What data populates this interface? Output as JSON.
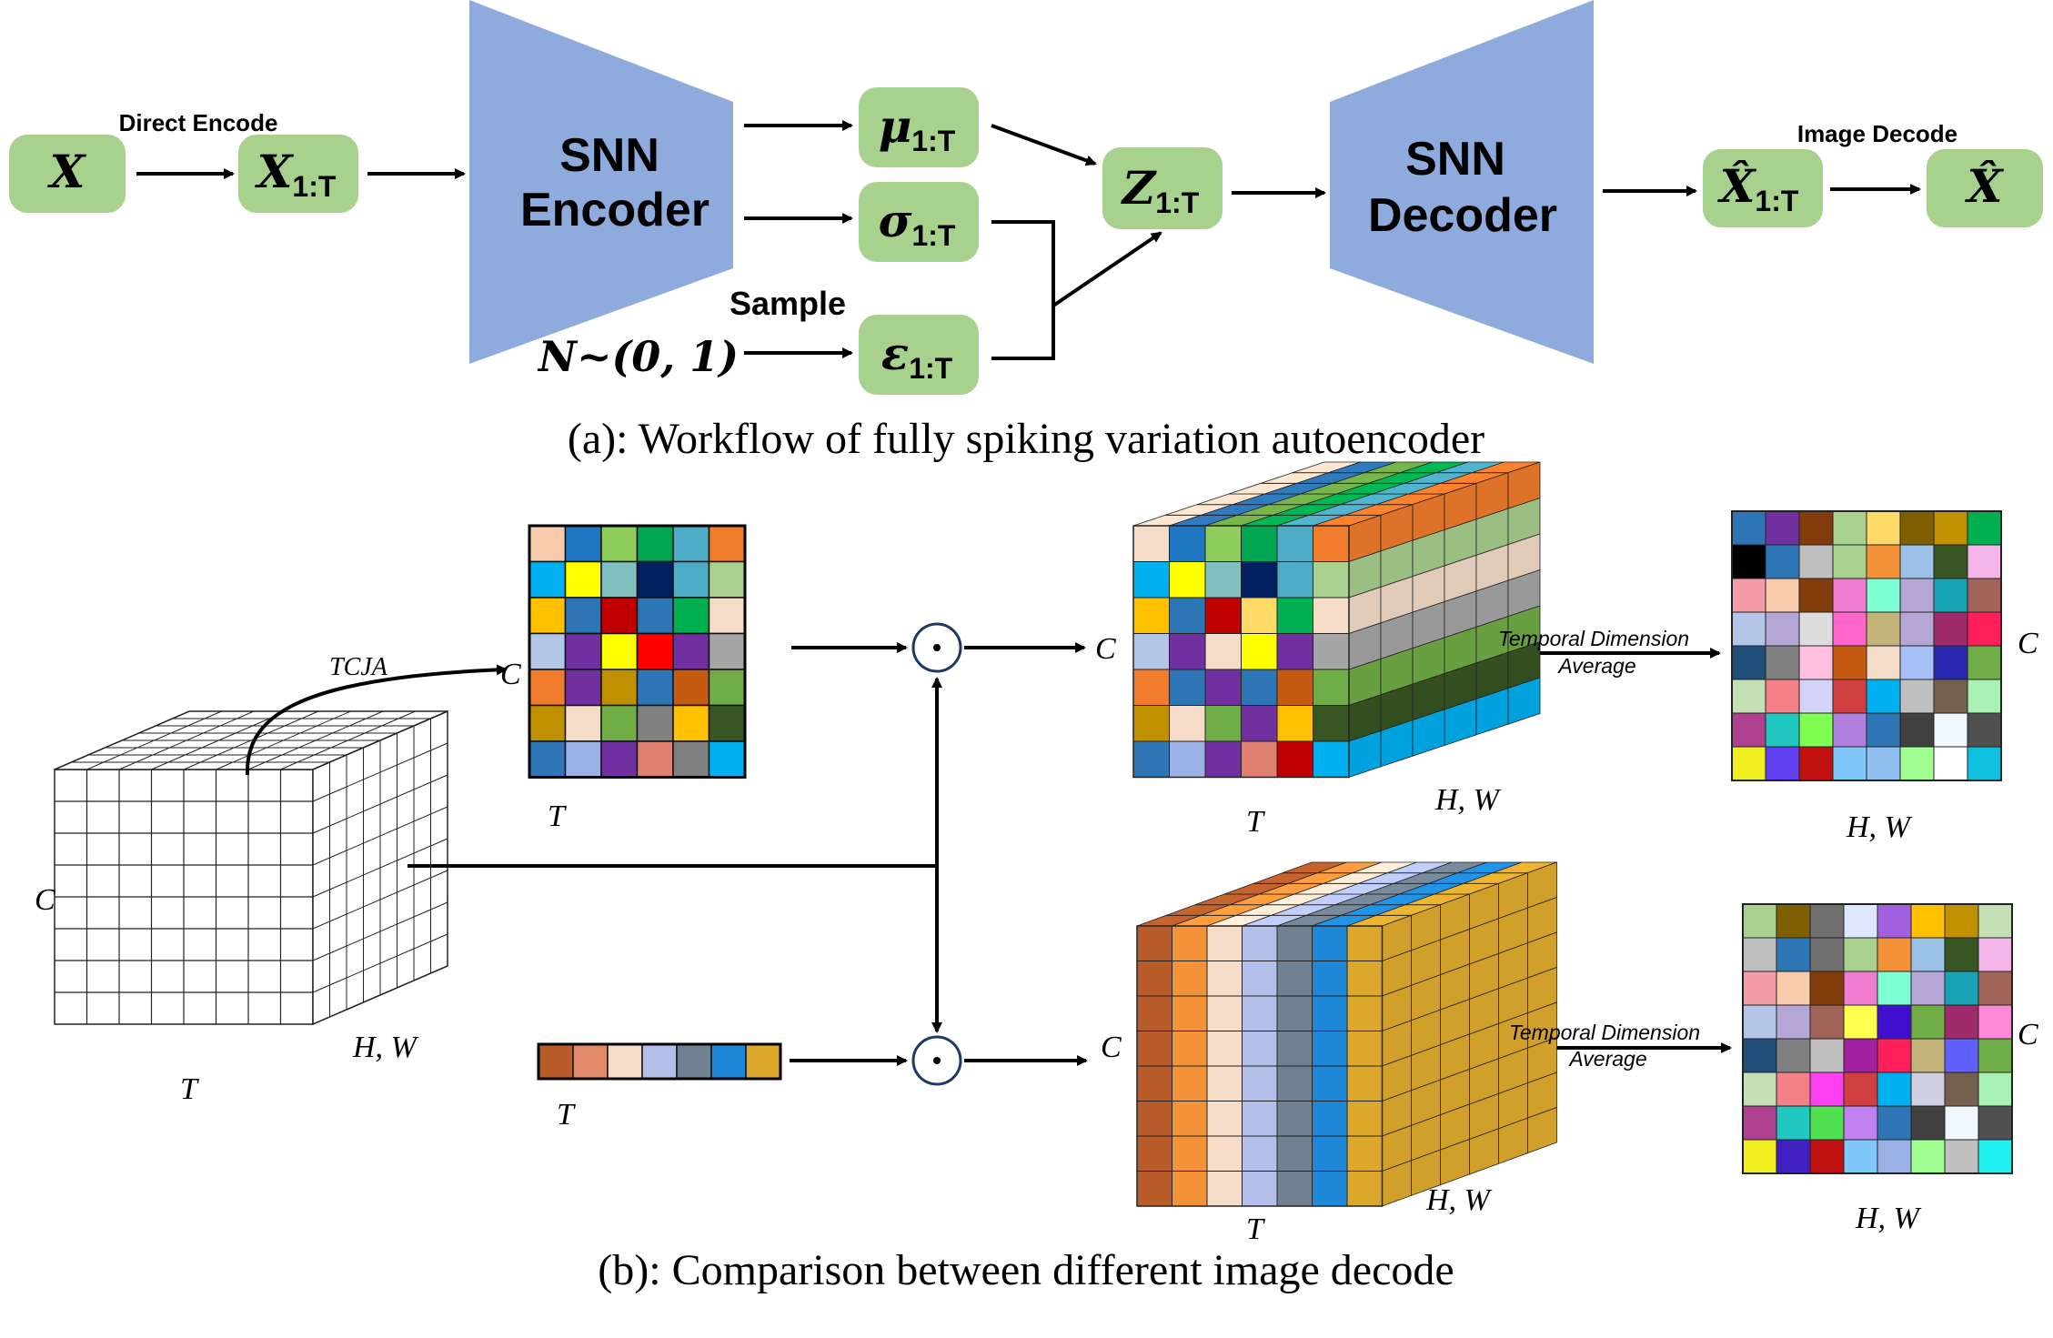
{
  "workflow": {
    "nodes": {
      "x": {
        "main": "X",
        "sub": ""
      },
      "x1t": {
        "main": "X",
        "sub": "1:T"
      },
      "mu": {
        "main": "μ",
        "sub": "1:T"
      },
      "sigma": {
        "main": "σ",
        "sub": "1:T"
      },
      "eps": {
        "main": "ε",
        "sub": "1:T"
      },
      "z": {
        "main": "Z",
        "sub": "1:T"
      },
      "xhat1t": {
        "main": "X̂",
        "sub": "1:T"
      },
      "xhat": {
        "main": "X̂",
        "sub": ""
      }
    },
    "encoder": {
      "line1": "SNN",
      "line2": "Encoder"
    },
    "decoder": {
      "line1": "SNN",
      "line2": "Decoder"
    },
    "labels": {
      "direct_encode": "Direct Encode",
      "image_decode": "Image Decode",
      "sample": "Sample",
      "noise": "N~(0, 1)"
    },
    "caption": "(a): Workflow of fully spiking variation autoencoder"
  },
  "comparison": {
    "tcja": "TCJA",
    "axis_c": "C",
    "axis_t": "T",
    "axis_hw": "H, W",
    "dot": "⊙",
    "avg_line1": "Temporal Dimension",
    "avg_line2": "Average",
    "caption": "(b): Comparison between different image decode",
    "colors": {
      "node_green": "#a9d18e",
      "block_blue": "#8faadc"
    }
  }
}
